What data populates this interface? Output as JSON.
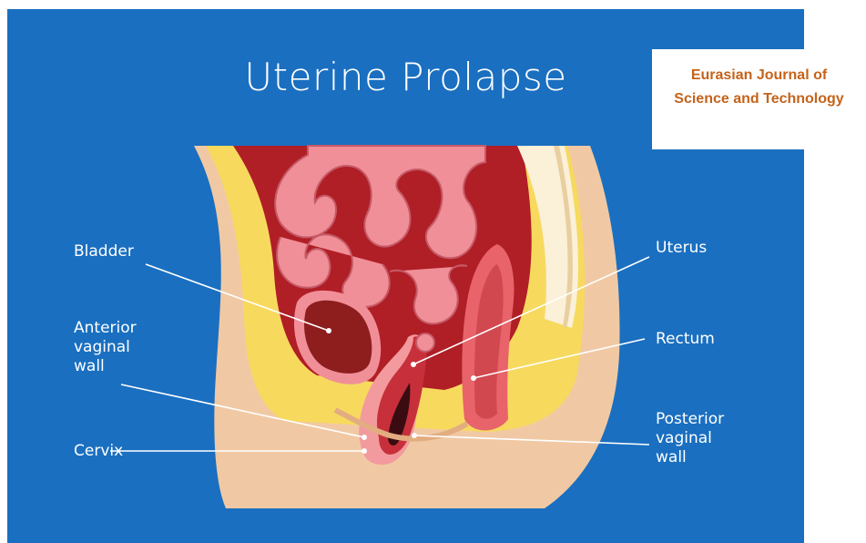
{
  "diagram": {
    "title": "Uterine Prolapse",
    "journal": {
      "line1": "Eurasian Journal of",
      "line2": "Science and Technology"
    },
    "labels": {
      "bladder": "Bladder",
      "anterior_line1": "Anterior",
      "anterior_line2": "vaginal",
      "anterior_line3": "wall",
      "cervix": "Cervix",
      "uterus": "Uterus",
      "rectum": "Rectum",
      "posterior_line1": "Posterior",
      "posterior_line2": "vaginal",
      "posterior_line3": "wall"
    },
    "colors": {
      "background": "#1a6fc0",
      "journal_text": "#c5631a",
      "skin": "#f0c9a4",
      "fat": "#f7d95e",
      "cavity": "#b01e26",
      "intestine": "#f08f98",
      "bladder": "#8e1e1e",
      "rectum": "#e8636a"
    }
  }
}
